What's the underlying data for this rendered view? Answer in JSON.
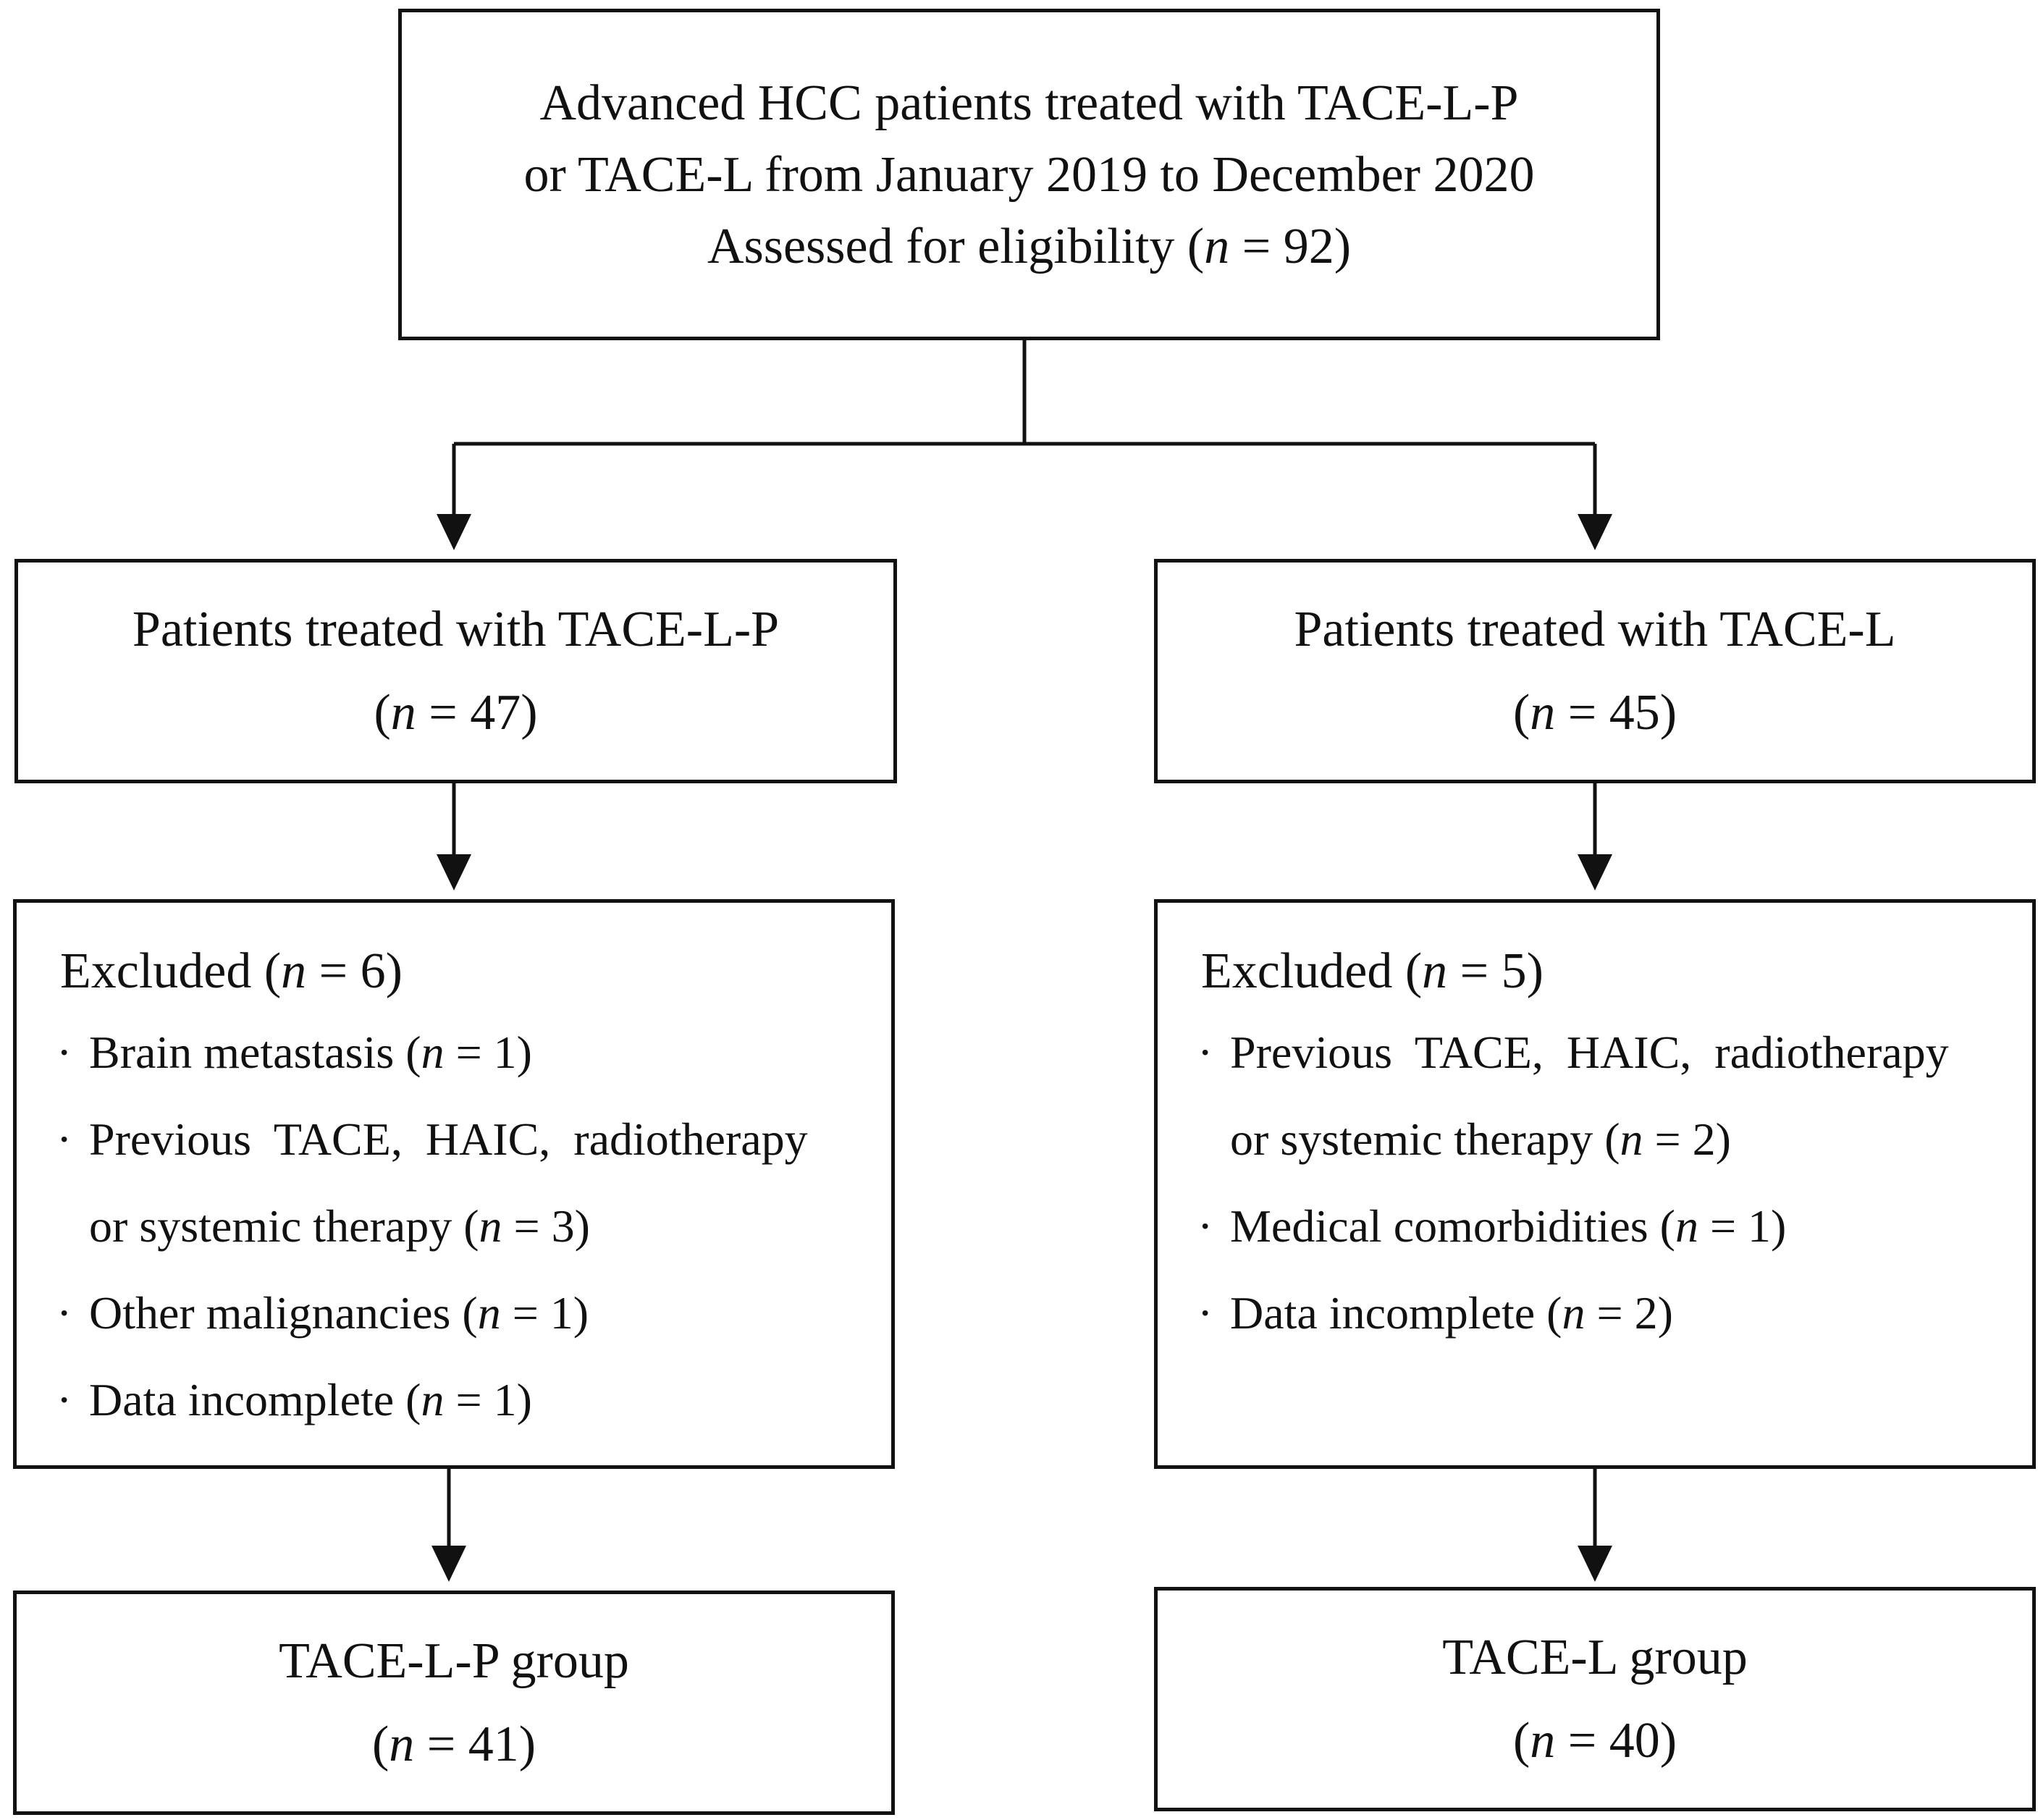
{
  "top": {
    "line1": "Advanced HCC patients treated with TACE-L-P",
    "line2": "or TACE-L from January 2019 to December 2020",
    "line3_prefix": "Assessed for eligibility (",
    "n_label": "n",
    "line3_value": " = 92)"
  },
  "left": {
    "treated": {
      "title": "Patients treated with TACE-L-P",
      "count_prefix": "(",
      "n_label": "n",
      "count_value": " = 47)"
    },
    "excluded": {
      "title_prefix": "Excluded (",
      "n_label": "n",
      "title_value": " = 6)",
      "bullet_char": "·",
      "items": [
        {
          "text": "Brain metastasis (",
          "n_label": "n",
          "value": " = 1)"
        },
        {
          "text": "Previous  TACE,  HAIC,  radiotherapy"
        },
        {
          "text": "or systemic therapy (",
          "n_label": "n",
          "value": " = 3)"
        },
        {
          "text": "Other malignancies (",
          "n_label": "n",
          "value": " = 1)"
        },
        {
          "text": "Data incomplete (",
          "n_label": "n",
          "value": " = 1)"
        }
      ]
    },
    "group": {
      "title": "TACE-L-P group",
      "count_prefix": "(",
      "n_label": "n",
      "count_value": " = 41)"
    }
  },
  "right": {
    "treated": {
      "title": "Patients treated with TACE-L",
      "count_prefix": "(",
      "n_label": "n",
      "count_value": " = 45)"
    },
    "excluded": {
      "title_prefix": "Excluded (",
      "n_label": "n",
      "title_value": " = 5)",
      "bullet_char": "·",
      "items": [
        {
          "text": "Previous  TACE,  HAIC,  radiotherapy"
        },
        {
          "text": "or systemic therapy (",
          "n_label": "n",
          "value": " = 2)"
        },
        {
          "text": "Medical comorbidities (",
          "n_label": "n",
          "value": " = 1)"
        },
        {
          "text": "Data incomplete (",
          "n_label": "n",
          "value": " = 2)"
        }
      ]
    },
    "group": {
      "title": "TACE-L group",
      "count_prefix": "(",
      "n_label": "n",
      "count_value": " = 40)"
    }
  }
}
